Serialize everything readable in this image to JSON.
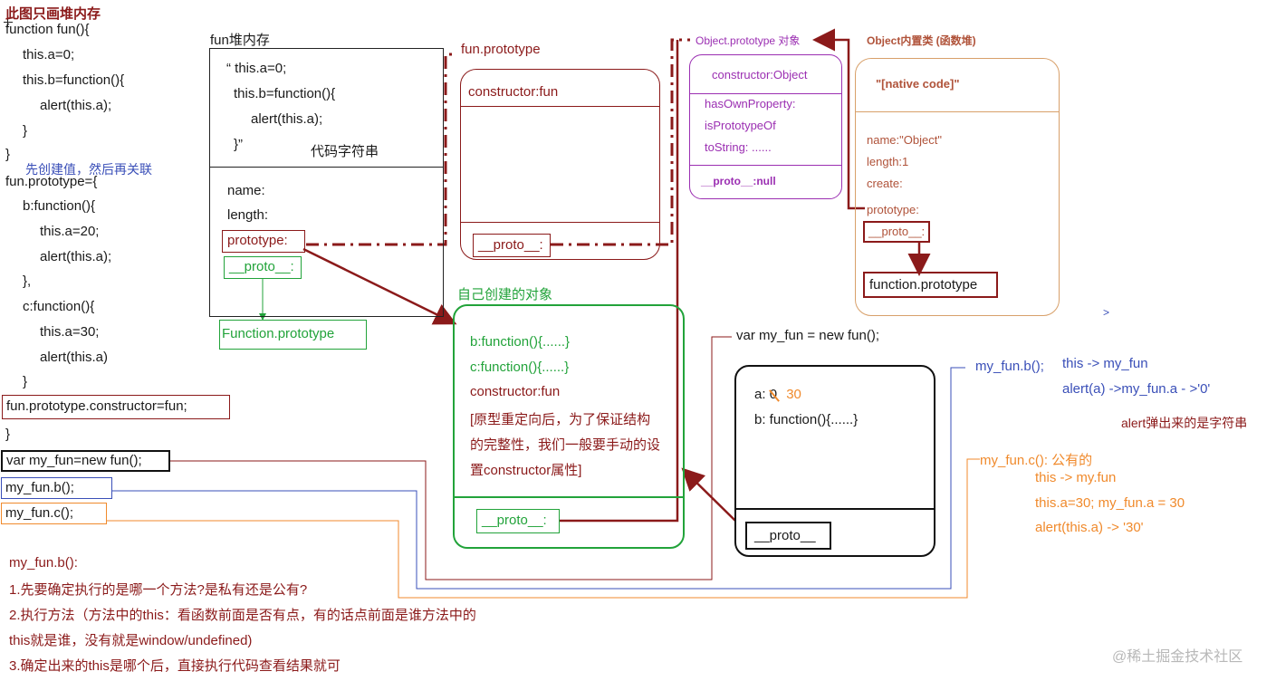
{
  "code": {
    "heading": "此图只画堆内存",
    "lines": [
      "function fun(){",
      "this.a=0;",
      "this.b=function(){",
      "alert(this.a);",
      "}",
      "}"
    ],
    "note_create": "先创建值，然后再关联",
    "proto_lines": [
      "fun.prototype={",
      "b:function(){",
      "this.a=20;",
      "alert(this.a);",
      "},",
      "c:function(){",
      "this.a=30;",
      "alert(this.a)",
      "}"
    ],
    "constructor_line": "fun.prototype.constructor=fun;",
    "close_brace": "}",
    "new_line": "var my_fun=new fun();",
    "call_b": "my_fun.b();",
    "call_c": "my_fun.c();"
  },
  "explanation": {
    "title": "my_fun.b():",
    "step1": "1.先要确定执行的是哪一个方法?是私有还是公有?",
    "step2a": "2.执行方法（方法中的this：看函数前面是否有点，有的话点前面是谁方法中的",
    "step2b": "this就是谁，没有就是window/undefined)",
    "step3": "3.确定出来的this是哪个后，直接执行代码查看结果就可"
  },
  "fun_heap": {
    "title": "fun堆内存",
    "code_lines": [
      "“    this.a=0;",
      "this.b=function(){",
      "alert(this.a);",
      "}”"
    ],
    "code_label": "代码字符串",
    "name": "name:",
    "length": "length:",
    "prototype": "prototype:",
    "proto": "__proto__:",
    "function_prototype": "Function.prototype"
  },
  "fun_prototype": {
    "title": "fun.prototype",
    "constructor": "constructor:fun",
    "proto": "__proto__:"
  },
  "object_prototype": {
    "title": "Object.prototype 对象",
    "constructor": "constructor:Object",
    "props": [
      "hasOwnProperty:",
      "isPrototypeOf",
      "toString:    ......"
    ],
    "proto": "__proto__:null"
  },
  "object_class": {
    "title": "Object内置类   (函数堆)",
    "native": "\"[native code]\"",
    "name": "name:\"Object\"",
    "length": "length:1",
    "create": "create:",
    "prototype": "prototype:",
    "proto": "__proto__:",
    "function_prototype": "function.prototype"
  },
  "own_object": {
    "title": "自己创建的对象",
    "b": "b:function(){......}",
    "c": "c:function(){......}",
    "constructor": "constructor:fun",
    "note": [
      "[原型重定向后，为了保证结构",
      "的完整性，我们一般要手动的设",
      "置constructor属性]"
    ],
    "proto": "__proto__:"
  },
  "instance": {
    "label": "var my_fun = new fun();",
    "a_key": "a:",
    "a_old": "0",
    "a_new": "30",
    "b": "b: function(){......}",
    "proto": "__proto__"
  },
  "annotations": {
    "b_call": "my_fun.b();",
    "b_this": "this -> my_fun",
    "b_alert": "alert(a) ->my_fun.a - >'0'",
    "b_string_note": "alert弹出来的是字符串",
    "c_call": "my_fun.c(): 公有的",
    "c_this": "this -> my.fun",
    "c_assign": "this.a=30; my_fun.a = 30",
    "c_alert": "alert(this.a) -> '30'",
    "stray": ">"
  },
  "watermark": "@稀土掘金技术社区",
  "colors": {
    "red": "#8b1a1a",
    "green": "#22a33a",
    "blue": "#3a4fb8",
    "orange": "#f08a2c",
    "purple": "#9b2fb2",
    "brown": "#b0533a"
  }
}
